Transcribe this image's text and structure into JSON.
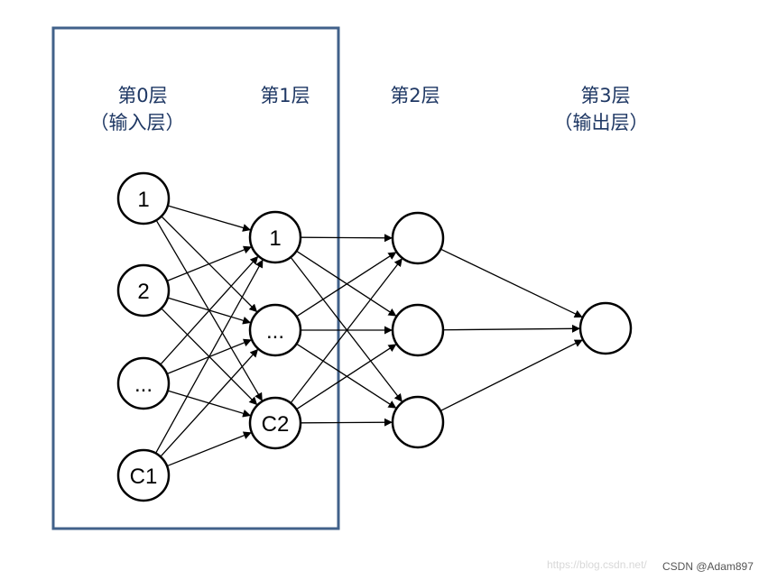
{
  "labels": {
    "layer0_title": "第0层",
    "layer0_sub": "（输入层）",
    "layer1_title": "第1层",
    "layer2_title": "第2层",
    "layer3_title": "第3层",
    "layer3_sub": "（输出层）"
  },
  "nodes": {
    "input": [
      "1",
      "2",
      "...",
      "C1"
    ],
    "hidden1": [
      "1",
      "...",
      "C2"
    ],
    "hidden2": [
      "",
      "",
      ""
    ],
    "output": [
      ""
    ]
  },
  "watermark": {
    "faint": "https://blog.csdn.net/",
    "author": "CSDN @Adam897"
  },
  "colors": {
    "box_border": "#41618a",
    "label_text": "#1f3864",
    "node_stroke": "#000000",
    "edge": "#000000"
  }
}
